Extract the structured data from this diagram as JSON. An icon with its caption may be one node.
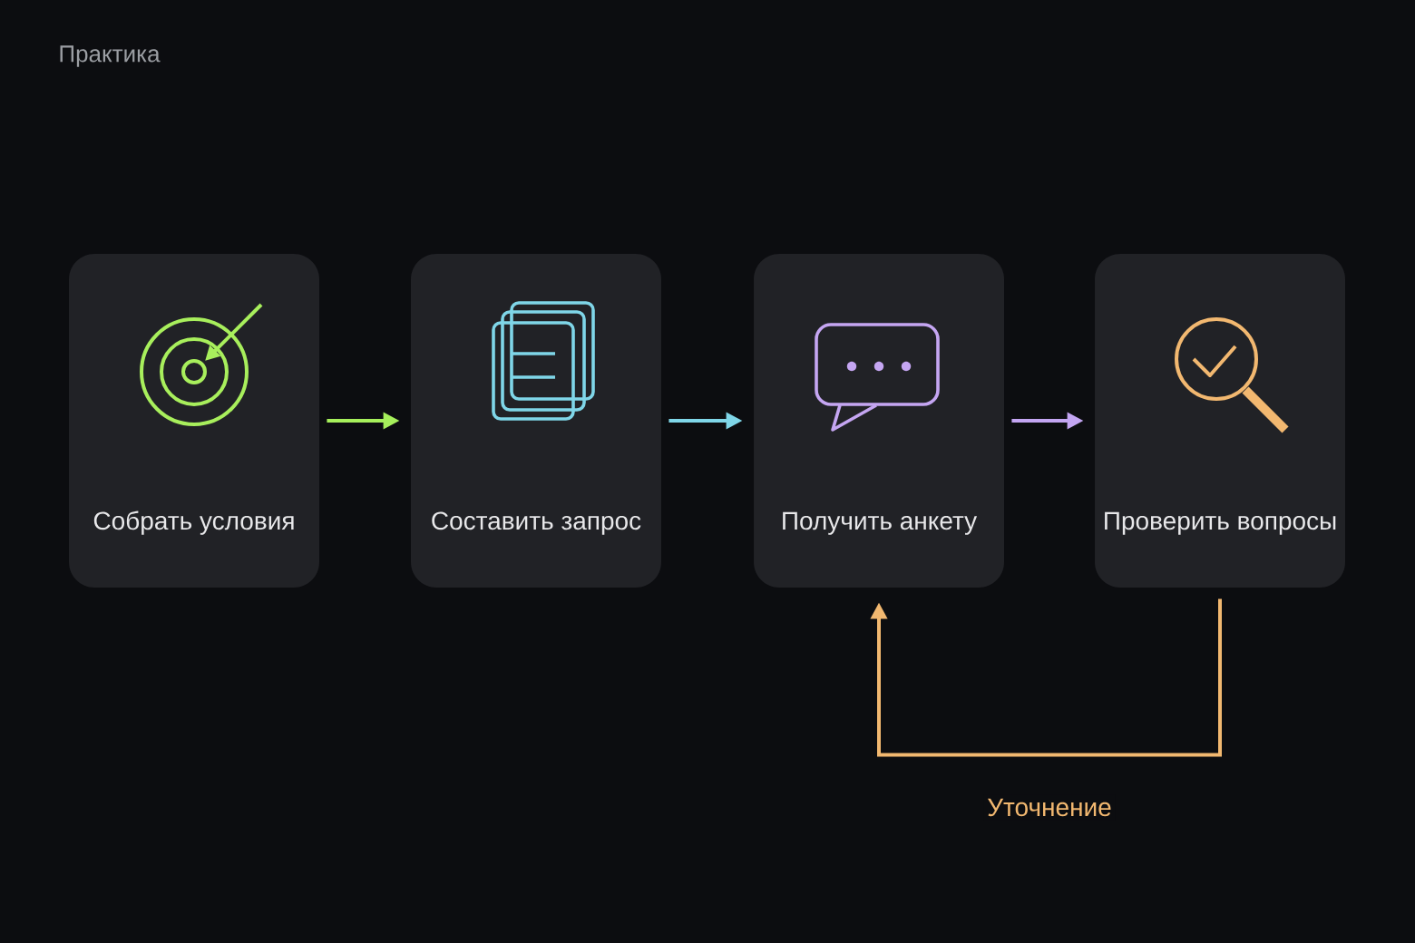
{
  "diagram": {
    "nodes": [
      {
        "text": [
          "Собрать условия"
        ]
      },
      {
        "text": [
          "Составить запрос"
        ]
      },
      {
        "text": [
          "Получить анкету"
        ]
      },
      {
        "text": [
          "Проверить вопросы"
        ]
      }
    ],
    "edges": [
      {
        "from": 0,
        "to": 1,
        "arrow": "to",
        "color": "#a6ef5b"
      },
      {
        "from": 1,
        "to": 2,
        "arrow": "to",
        "color": "#7fd6e8"
      },
      {
        "from": 2,
        "to": 3,
        "arrow": "to",
        "color": "#c3a5f2"
      },
      {
        "from": 3,
        "to": 2,
        "arrow": "to",
        "label": "Уточнение",
        "color": "#f2b870"
      }
    ],
    "labels": [
      "Практика"
    ]
  }
}
